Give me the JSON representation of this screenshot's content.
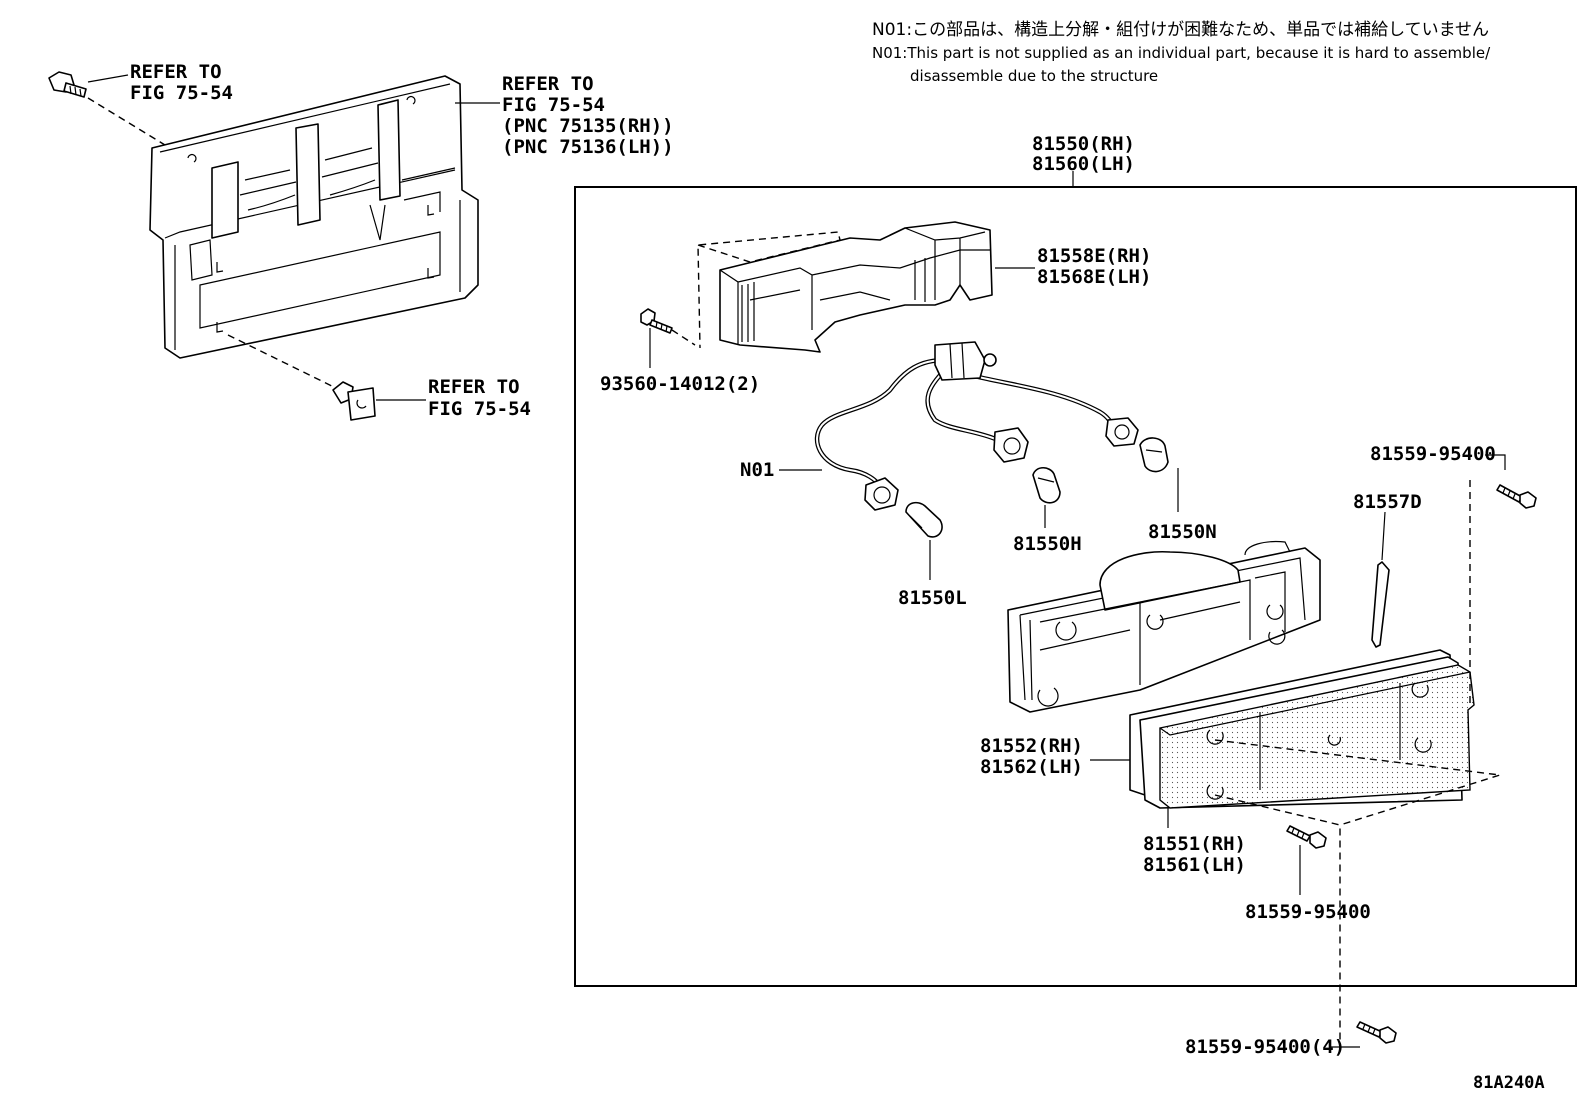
{
  "notes": {
    "ja": "N01:この部品は、構造上分解・組付けが困難なため、単品では補給していません",
    "en_line1": "N01:This part is not supplied as an individual part, because it is hard to assemble/",
    "en_line2": "disassemble due to the structure"
  },
  "refs": {
    "bolt_line1": "REFER TO",
    "bolt_line2": "FIG 75-54",
    "bracket_line1": "REFER TO",
    "bracket_line2": "FIG 75-54",
    "bracket_line3": "(PNC 75135(RH))",
    "bracket_line4": "(PNC 75136(LH))",
    "clip_line1": "REFER TO",
    "clip_line2": "FIG 75-54"
  },
  "parts": {
    "assy_rh": "81550(RH)",
    "assy_lh": "81560(LH)",
    "cover_rh": "81558E(RH)",
    "cover_lh": "81568E(LH)",
    "screw_cover": "93560-14012(2)",
    "socket": "N01",
    "bulb_l": "81550L",
    "bulb_h": "81550H",
    "bulb_n": "81550N",
    "screw_top": "81559-95400",
    "gasket": "81557D",
    "lens_rh": "81552(RH)",
    "lens_lh": "81562(LH)",
    "body_rh": "81551(RH)",
    "body_lh": "81561(LH)",
    "screw_inner": "81559-95400",
    "screw_outer": "81559-95400(4)"
  },
  "figure_code": "81A240A"
}
